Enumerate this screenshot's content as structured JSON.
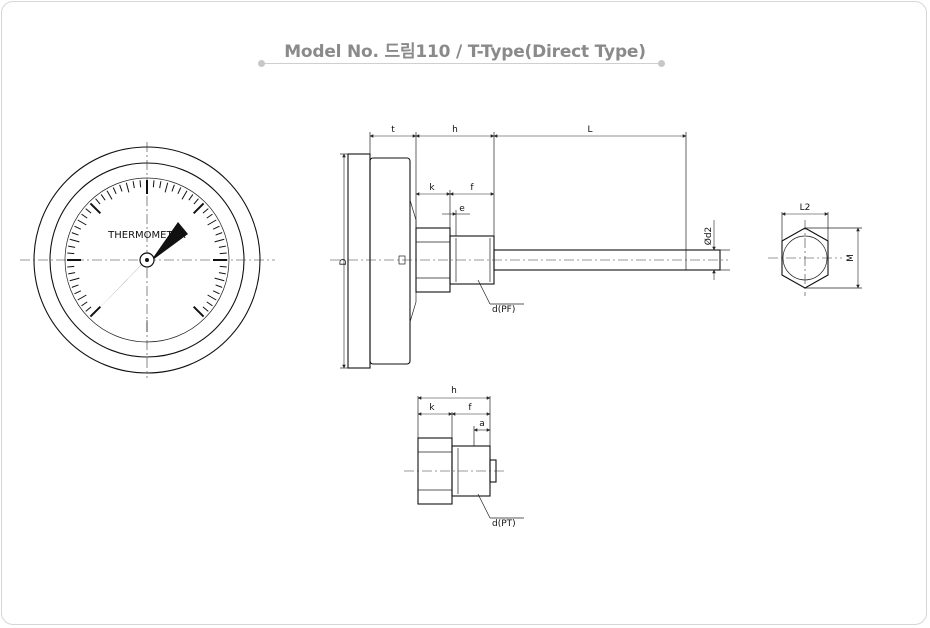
{
  "header": {
    "title": "Model No. 드림110 / T-Type(Direct Type)"
  },
  "gauge_front": {
    "dial_text": "THERMOMETER"
  },
  "side_view": {
    "dim_t": "t",
    "dim_h": "h",
    "dim_L": "L",
    "dim_k": "k",
    "dim_f": "f",
    "dim_e": "e",
    "dim_D": "D",
    "dim_d2": "Ød2",
    "callout_thread": "d(PF)"
  },
  "end_view": {
    "dim_L2": "L2",
    "dim_M": "M"
  },
  "pt_detail": {
    "dim_h": "h",
    "dim_k": "k",
    "dim_f": "f",
    "dim_a": "a",
    "callout_thread": "d(PT)"
  }
}
